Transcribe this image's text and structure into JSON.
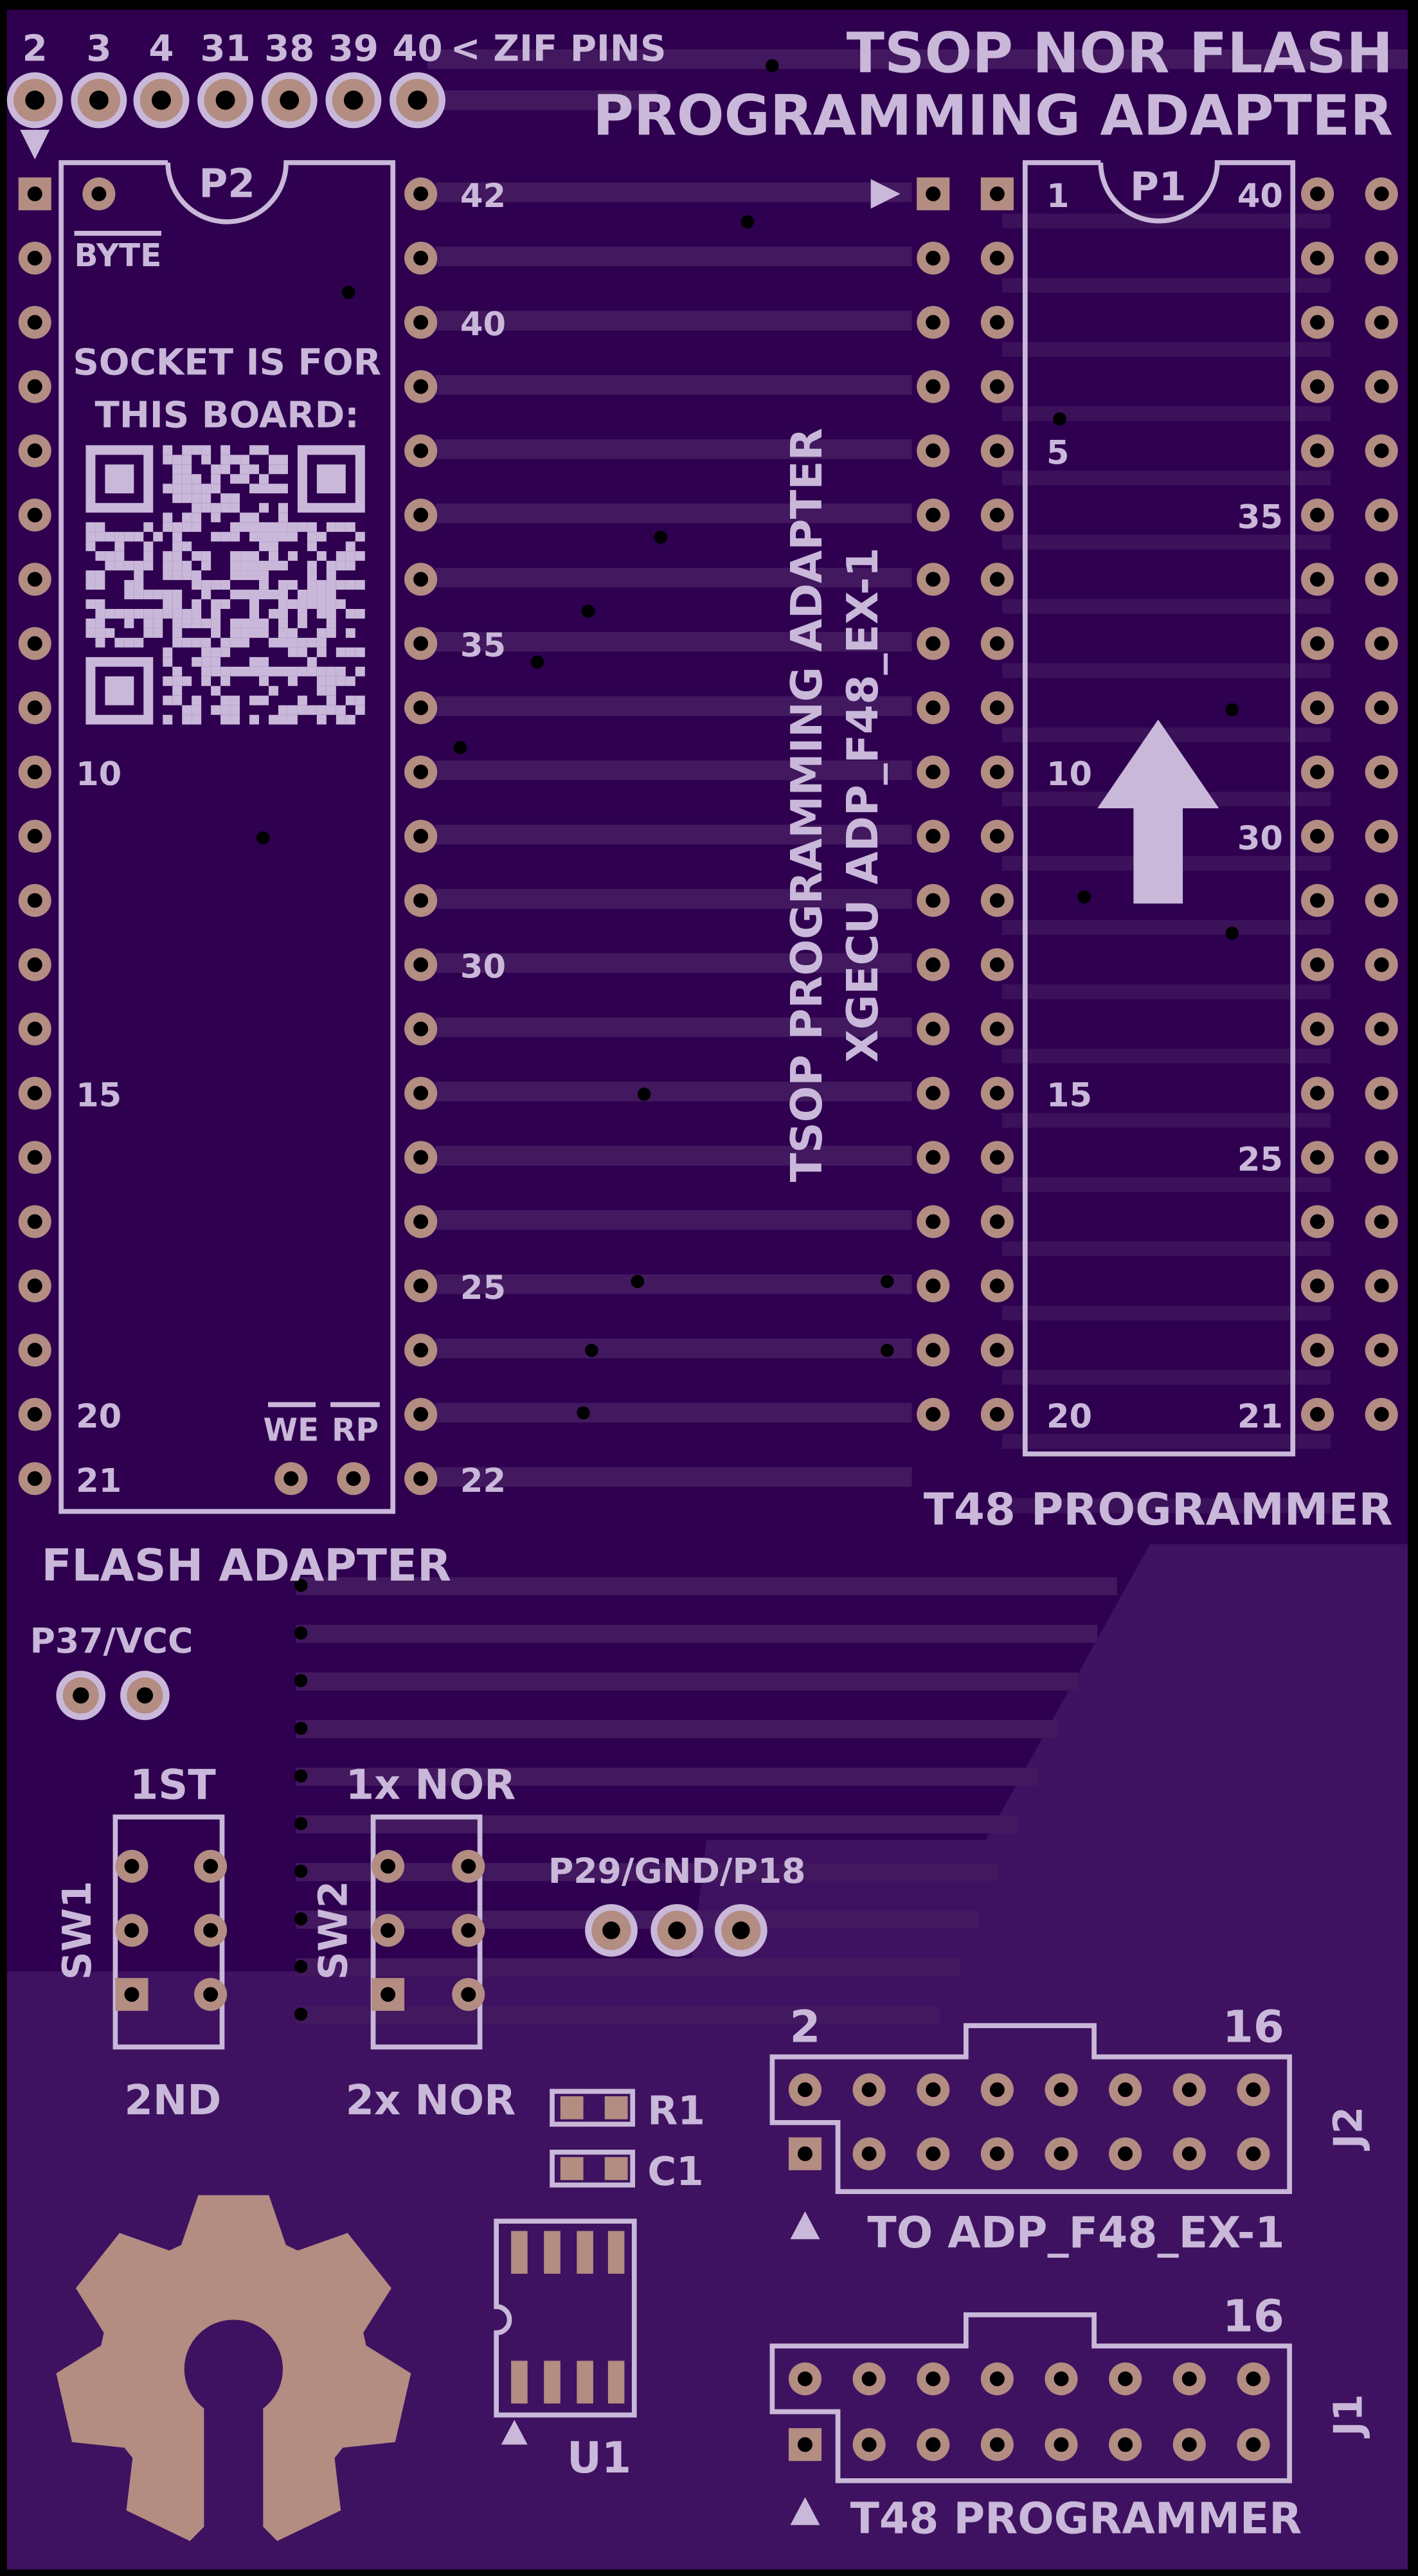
{
  "title": {
    "line1": "TSOP NOR FLASH",
    "line2": "PROGRAMMING ADAPTER"
  },
  "zif": {
    "pins": [
      "2",
      "3",
      "4",
      "31",
      "38",
      "39",
      "40"
    ],
    "label": "< ZIF PINS"
  },
  "p2": {
    "ref": "P2",
    "byte_label": "BYTE",
    "socket_note": [
      "SOCKET IS FOR",
      "THIS BOARD:"
    ],
    "left_numbers": [
      {
        "n": "10",
        "row": 9
      },
      {
        "n": "15",
        "row": 14
      },
      {
        "n": "20",
        "row": 19
      },
      {
        "n": "21",
        "row": 20
      }
    ],
    "right_numbers": [
      {
        "n": "42",
        "row": 0
      },
      {
        "n": "40",
        "row": 2
      },
      {
        "n": "35",
        "row": 7
      },
      {
        "n": "30",
        "row": 12
      },
      {
        "n": "25",
        "row": 17
      },
      {
        "n": "22",
        "row": 20
      }
    ],
    "we_label": "WE",
    "rp_label": "RP",
    "caption": "FLASH ADAPTER"
  },
  "p1": {
    "ref": "P1",
    "left_numbers": [
      {
        "n": "1",
        "row": 0
      },
      {
        "n": "5",
        "row": 4
      },
      {
        "n": "10",
        "row": 9
      },
      {
        "n": "15",
        "row": 14
      },
      {
        "n": "20",
        "row": 19
      }
    ],
    "right_numbers": [
      {
        "n": "40",
        "row": 0
      },
      {
        "n": "35",
        "row": 5
      },
      {
        "n": "30",
        "row": 10
      },
      {
        "n": "25",
        "row": 15
      },
      {
        "n": "21",
        "row": 19
      }
    ],
    "caption": "T48 PROGRAMMER"
  },
  "center_text": {
    "line1": "TSOP PROGRAMMING ADAPTER",
    "line2": "XGECU ADP_F48_EX-1"
  },
  "p37": "P37/VCC",
  "sw1": {
    "ref": "SW1",
    "top": "1ST",
    "bottom": "2ND"
  },
  "sw2": {
    "ref": "SW2",
    "top": "1x NOR",
    "bottom": "2x NOR"
  },
  "p29": "P29/GND/P18",
  "r1": "R1",
  "c1": "C1",
  "u1": "U1",
  "j2": {
    "ref": "J2",
    "first": "2",
    "last": "16",
    "caption": "TO ADP_F48_EX-1"
  },
  "j1": {
    "ref": "J1",
    "last": "16",
    "caption": "T48 PROGRAMMER"
  },
  "colors": {
    "board": "#3e1260",
    "copper_fill": "#2e004f",
    "trace": "#42185f",
    "silk": "#c9b8d9",
    "pad": "#b38c82"
  }
}
